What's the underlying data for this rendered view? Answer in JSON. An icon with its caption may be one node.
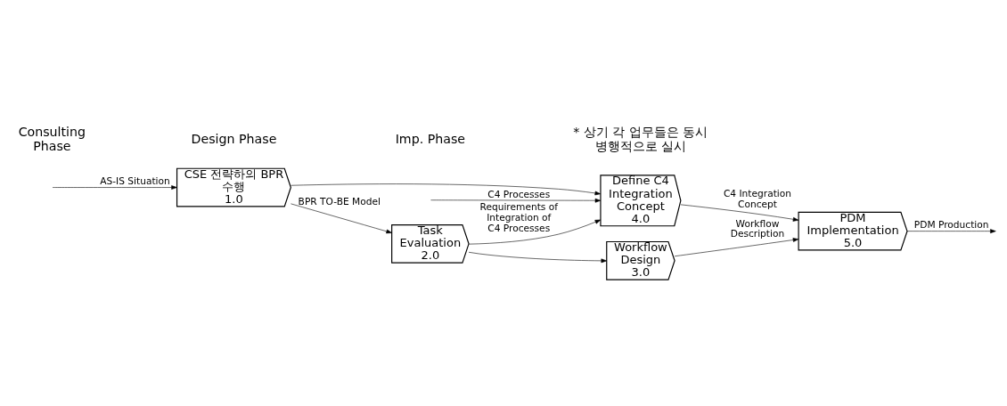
{
  "diagram": {
    "nodes": [
      {
        "text": [
          "CSE 전략하의 BPR 수행",
          "1.0"
        ]
      },
      {
        "text": [
          "Task Evaluation",
          "2.0"
        ]
      },
      {
        "text": [
          "Workflow Design",
          "3.0"
        ]
      },
      {
        "text": [
          "Define C4 Integration Concept",
          "4.0"
        ]
      },
      {
        "text": [
          "PDM Implementation",
          "5.0"
        ]
      }
    ],
    "edges": [
      {
        "from": null,
        "to": 0,
        "arrow": "to",
        "label": "AS-IS Situation"
      },
      {
        "from": 0,
        "to": 1,
        "arrow": "to",
        "label": "BPR TO-BE Model"
      },
      {
        "from": 0,
        "to": 3,
        "arrow": "to"
      },
      {
        "from": 1,
        "to": 2,
        "arrow": "to"
      },
      {
        "from": 1,
        "to": 3,
        "arrow": "to",
        "label": "Requirements of Integration of C4 Processes"
      },
      {
        "from": 2,
        "to": 4,
        "arrow": "to",
        "label": "Workflow Description"
      },
      {
        "from": null,
        "to": 3,
        "arrow": "to",
        "label": "C4 Processes"
      },
      {
        "from": 3,
        "to": 4,
        "arrow": "to",
        "label": "C4 Integration Concept"
      },
      {
        "from": 4,
        "to": null,
        "arrow": "to",
        "label": "PDM Production"
      }
    ],
    "labels": [
      "Consulting Phase",
      "Design Phase",
      "Imp. Phase",
      "* 상기 각 업무들은 동시 병행적으로 실시"
    ]
  }
}
